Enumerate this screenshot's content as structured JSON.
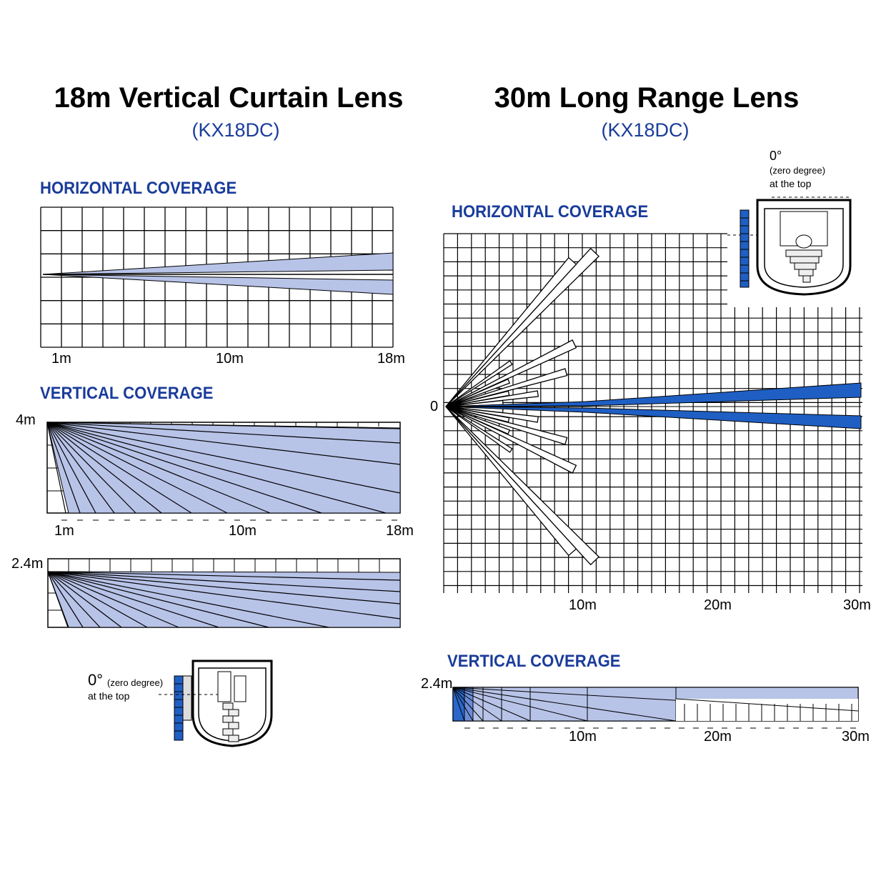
{
  "left": {
    "title": "18m Vertical Curtain Lens",
    "model": "(KX18DC)",
    "horizontal": {
      "heading": "HORIZONTAL COVERAGE",
      "ticks": [
        "1m",
        "10m",
        "18m"
      ]
    },
    "vertical": {
      "heading": "VERTICAL COVERAGE",
      "height_4m": "4m",
      "ticks": [
        "1m",
        "10m",
        "18m"
      ],
      "height_24m": "2.4m"
    },
    "mount": {
      "angle": "0°",
      "angle_note": "(zero degree)",
      "position": "at the top"
    }
  },
  "right": {
    "title": "30m Long Range Lens",
    "model": "(KX18DC)",
    "horizontal": {
      "heading": "HORIZONTAL COVERAGE",
      "zero_label": "0",
      "ticks": [
        "10m",
        "20m",
        "30m"
      ]
    },
    "mount": {
      "angle": "0°",
      "angle_note": "(zero degree)",
      "position": "at the top"
    },
    "vertical": {
      "heading": "VERTICAL COVERAGE",
      "height": "2.4m",
      "ticks": [
        "10m",
        "20m",
        "30m"
      ]
    }
  },
  "colors": {
    "heading_blue": "#1a3c9a",
    "zone_light": "#b8c3e8",
    "zone_dark": "#1f5fc4",
    "grid": "#000000"
  }
}
